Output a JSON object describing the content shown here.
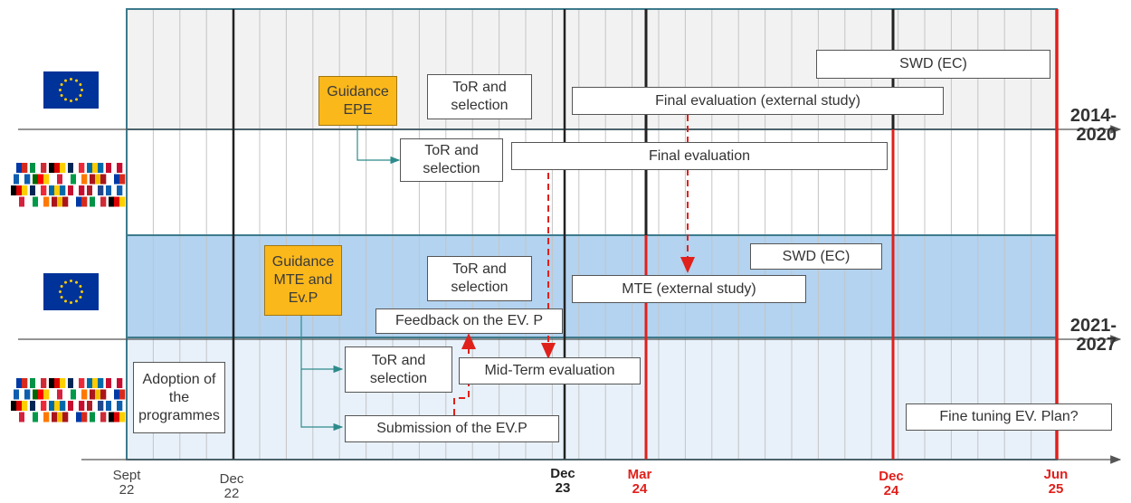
{
  "timeline": {
    "ticks": [
      {
        "id": "sept22",
        "line1": "Sept",
        "line2": "22",
        "style": "normal"
      },
      {
        "id": "dec22",
        "line1": "Dec",
        "line2": "22",
        "style": "normal"
      },
      {
        "id": "dec23",
        "line1": "Dec",
        "line2": "23",
        "style": "bold"
      },
      {
        "id": "mar24",
        "line1": "Mar",
        "line2": "24",
        "style": "red"
      },
      {
        "id": "dec24",
        "line1": "Dec",
        "line2": "24",
        "style": "red"
      },
      {
        "id": "jun25",
        "line1": "Jun",
        "line2": "25",
        "style": "red"
      }
    ],
    "periods": [
      {
        "id": "p2014",
        "line1": "2014-",
        "line2": "2020"
      },
      {
        "id": "p2021",
        "line1": "2021-",
        "line2": "2027"
      }
    ]
  },
  "lanes": [
    {
      "id": "eu-2014",
      "actor": "eu-flag-icon",
      "fill": "#f2f2f2"
    },
    {
      "id": "ms-2014",
      "actor": "member-states-flags-icon",
      "fill": "#ffffff"
    },
    {
      "id": "eu-2021",
      "actor": "eu-flag-icon",
      "fill": "#b3d3f0"
    },
    {
      "id": "ms-2021",
      "actor": "member-states-flags-icon",
      "fill": "#e8f1fa"
    }
  ],
  "boxes": {
    "swd_2014": "SWD (EC)",
    "guidance_epe": "Guidance EPE",
    "tor_eu_2014": "ToR and selection",
    "final_eval_ext": "Final evaluation (external study)",
    "tor_ms_2014": "ToR and selection",
    "final_eval": "Final evaluation",
    "swd_2021": "SWD (EC)",
    "guidance_mte": "Guidance MTE and Ev.P",
    "tor_eu_2021": "ToR and selection",
    "mte_ext": "MTE (external study)",
    "feedback": "Feedback on the EV. P",
    "adoption": "Adoption of the programmes",
    "tor_ms_2021": "ToR and selection",
    "mid_term": "Mid-Term evaluation",
    "submission": "Submission of the EV.P",
    "fine_tuning": "Fine tuning EV. Plan?"
  },
  "colors": {
    "orange": "#fbb81b",
    "red": "#e0201b",
    "teal": "#2e8b8b",
    "eu_blue": "#003399",
    "eu_gold": "#ffcc00"
  }
}
